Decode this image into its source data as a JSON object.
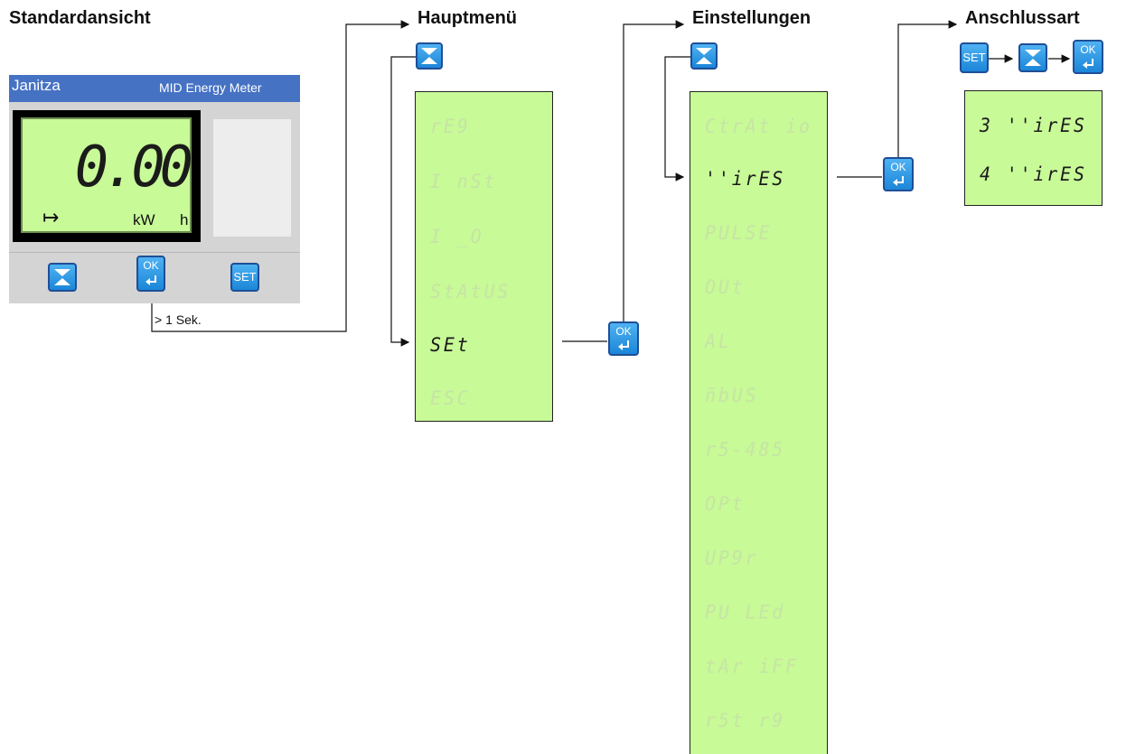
{
  "headings": {
    "standard": "Standardansicht",
    "main": "Hauptmenü",
    "settings": "Einstellungen",
    "connection": "Anschlussart"
  },
  "meter": {
    "brand": "Janitza",
    "model": "MID Energy Meter",
    "reading": "0.00",
    "unit_kw": "kW",
    "unit_h": "h",
    "arrow_symbol": "↦",
    "hold_label": "> 1 Sek."
  },
  "keys": {
    "ok_label": "OK",
    "set_label": "SET",
    "down_icon": "down-arrow-icon",
    "enter_icon": "enter-icon"
  },
  "main_menu": {
    "items": [
      "rE9",
      "I nSt",
      "I _O",
      "StAtUS",
      "SEt",
      "ESC"
    ],
    "active_index": 4
  },
  "settings_menu": {
    "items": [
      "CtrAt io",
      "''irES",
      "PULSE",
      "OUt",
      "AL",
      "ñbUS",
      "r5-485",
      "OPt",
      "UP9r",
      "PU LEd",
      "tAr iFF",
      "r5t r9"
    ],
    "active_index": 1
  },
  "connection_menu": {
    "items": [
      "3 ''irES",
      "4 ''irES"
    ]
  },
  "colors": {
    "lcd_green": "#c8fa98",
    "key_blue": "#1b86d8",
    "meter_bar": "#4672c4"
  }
}
